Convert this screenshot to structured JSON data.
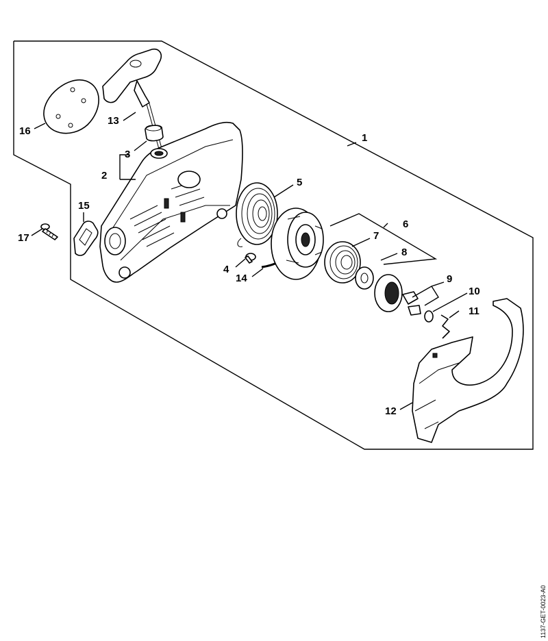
{
  "diagram": {
    "type": "exploded-parts-view",
    "callouts": [
      {
        "id": "c1",
        "label": "1"
      },
      {
        "id": "c2",
        "label": "2"
      },
      {
        "id": "c3",
        "label": "3"
      },
      {
        "id": "c4",
        "label": "4"
      },
      {
        "id": "c5",
        "label": "5"
      },
      {
        "id": "c6",
        "label": "6"
      },
      {
        "id": "c7",
        "label": "7"
      },
      {
        "id": "c8",
        "label": "8"
      },
      {
        "id": "c9",
        "label": "9"
      },
      {
        "id": "c10",
        "label": "10"
      },
      {
        "id": "c11",
        "label": "11"
      },
      {
        "id": "c12",
        "label": "12"
      },
      {
        "id": "c13",
        "label": "13"
      },
      {
        "id": "c14",
        "label": "14"
      },
      {
        "id": "c15",
        "label": "15"
      },
      {
        "id": "c16",
        "label": "16"
      },
      {
        "id": "c17",
        "label": "17"
      }
    ],
    "document_id": "1137-GET-0023-A0"
  }
}
